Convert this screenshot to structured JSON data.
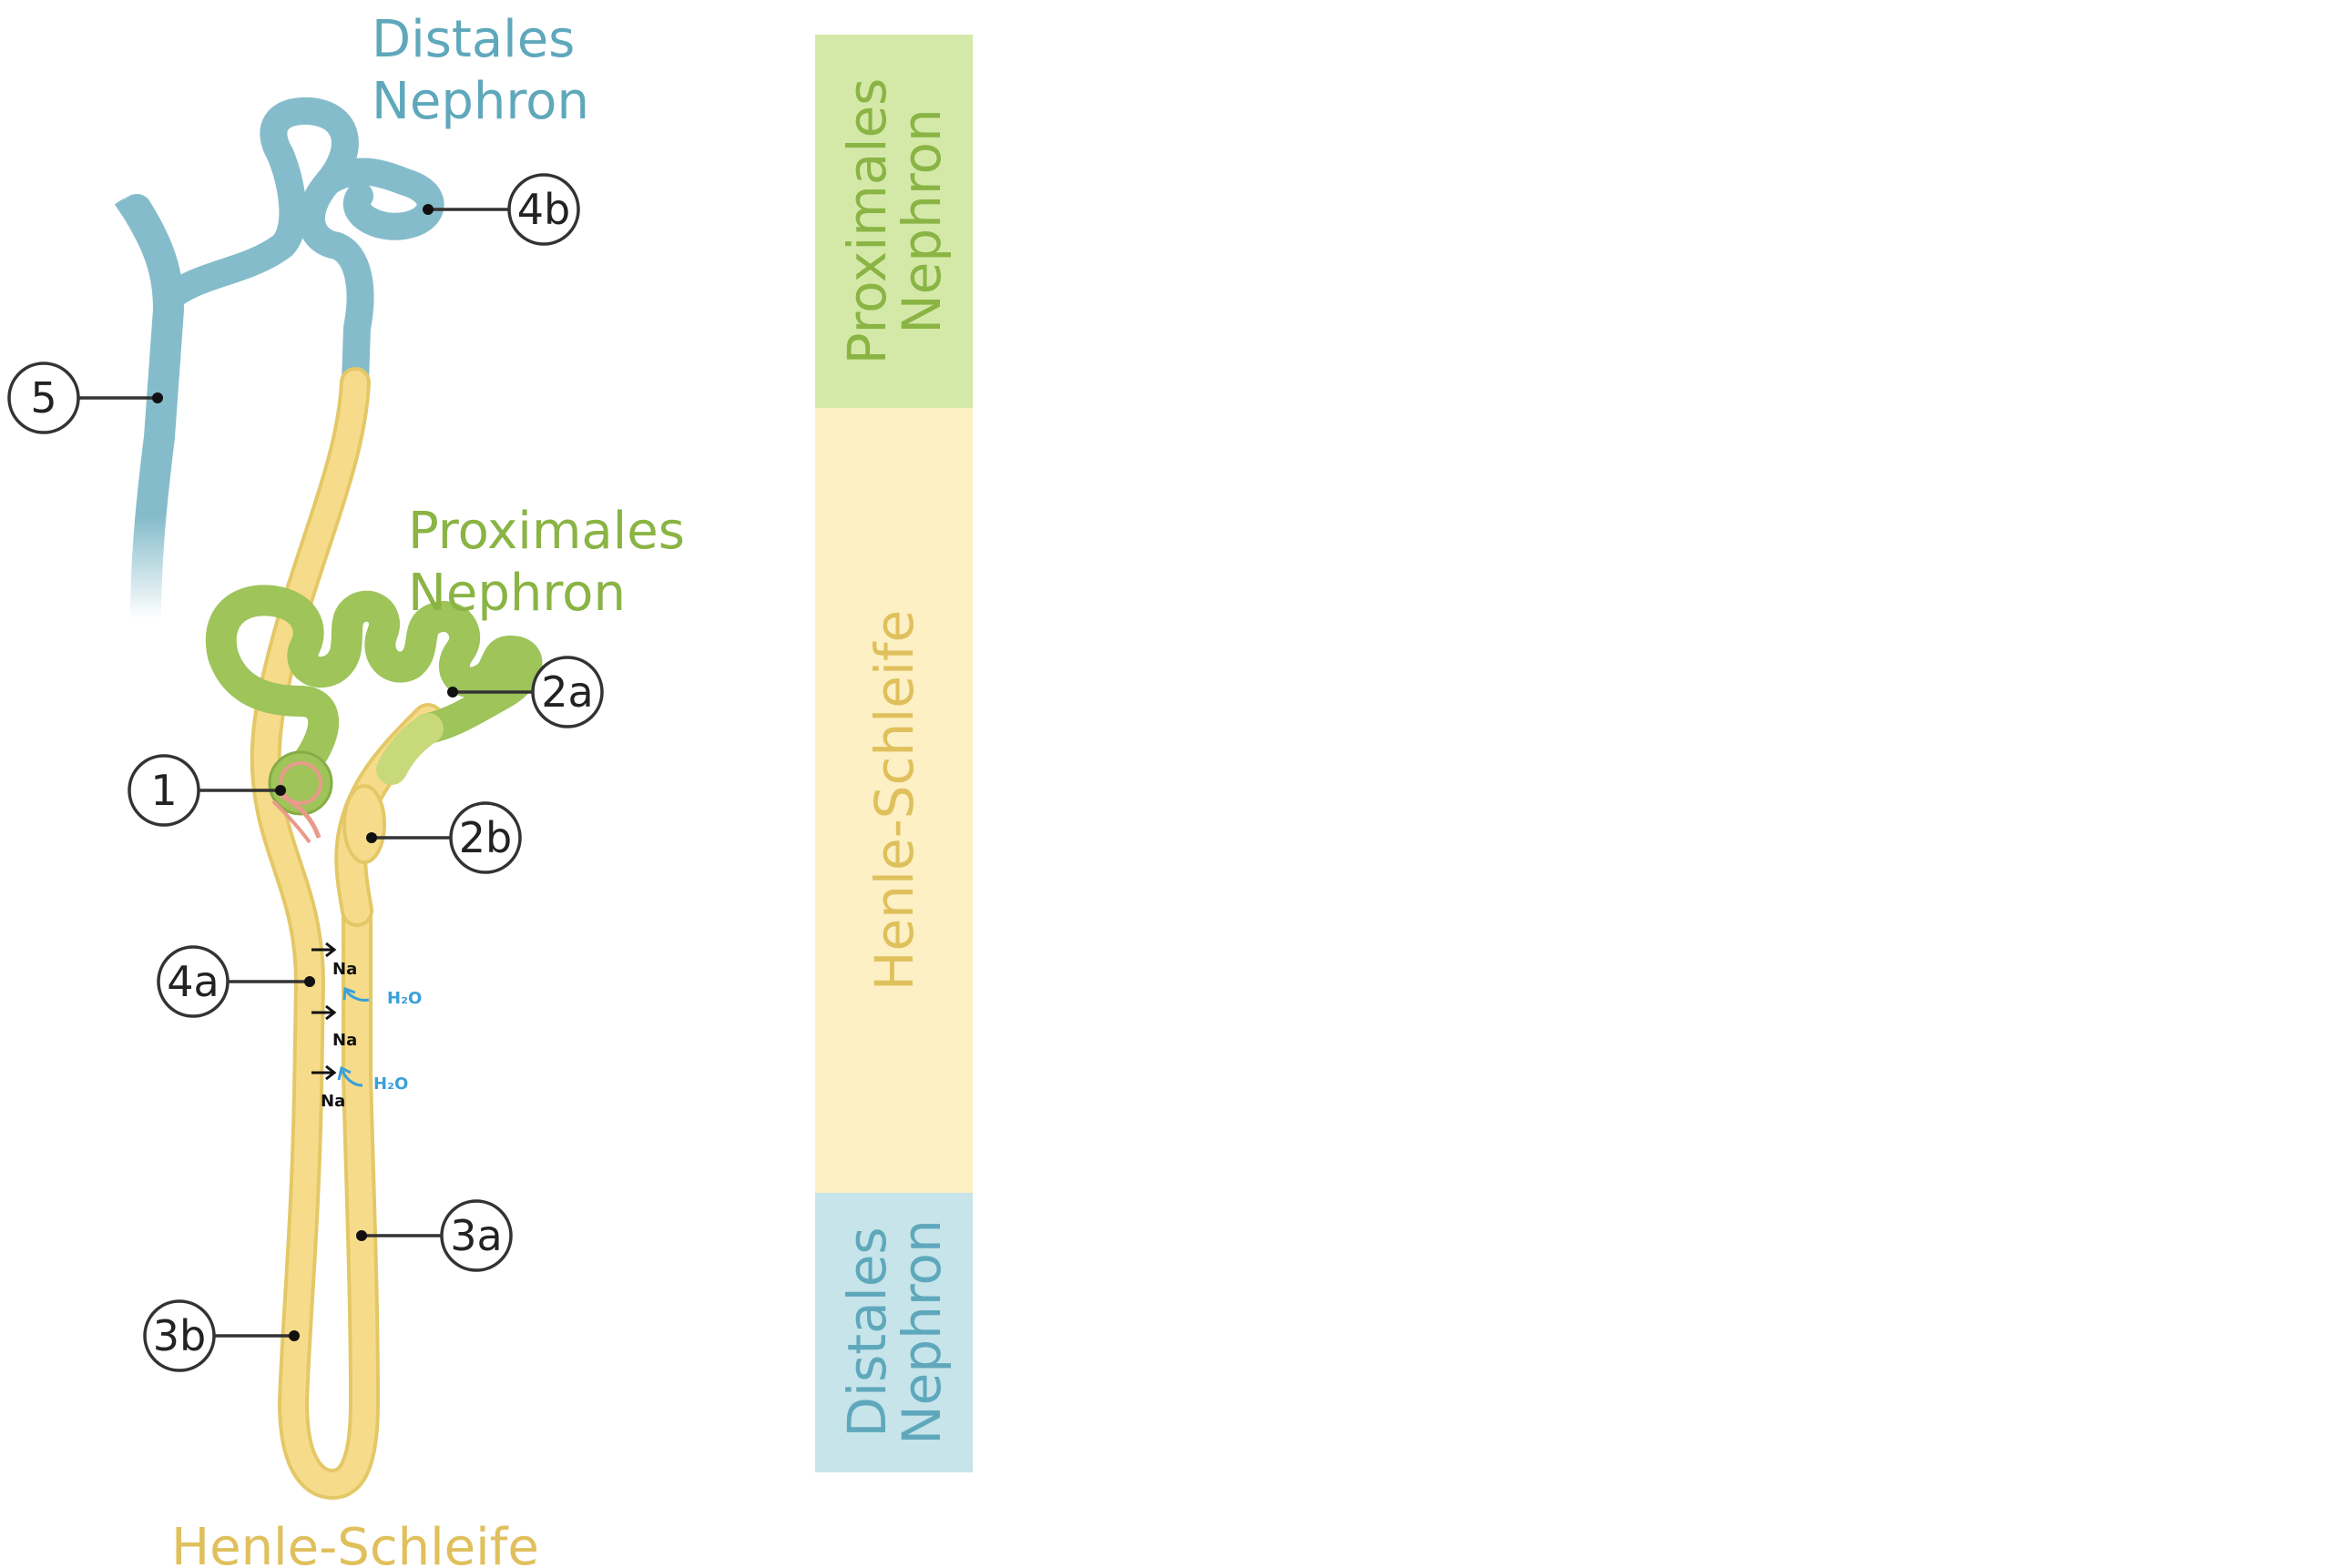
{
  "colors": {
    "distal": "#85BCCB",
    "distal_text": "#5FA8BC",
    "proximal": "#9EC45A",
    "proximal_text": "#8AB444",
    "henle": "#F6DC8A",
    "henle_text": "#E0C05C",
    "band_proximal": "#D4E9A8",
    "band_henle": "#FCF0C4",
    "band_distal": "#C6E4EA",
    "water": "#3AA0DC",
    "sodium": "#111111",
    "glomerulus": "#E99A8A"
  },
  "labels": {
    "distal_line1": "Distales",
    "distal_line2": "Nephron",
    "proximal_line1": "Proximales",
    "proximal_line2": "Nephron",
    "henle": "Henle-Schleife"
  },
  "callouts": [
    {
      "id": "1",
      "text": "1"
    },
    {
      "id": "2a",
      "text": "2a"
    },
    {
      "id": "2b",
      "text": "2b"
    },
    {
      "id": "3a",
      "text": "3a"
    },
    {
      "id": "3b",
      "text": "3b"
    },
    {
      "id": "4a",
      "text": "4a"
    },
    {
      "id": "4b",
      "text": "4b"
    },
    {
      "id": "5",
      "text": "5"
    }
  ],
  "flow": {
    "sodium": "Na",
    "water": "H₂O"
  },
  "bands": [
    {
      "line1": "Proximales",
      "line2": "Nephron"
    },
    {
      "line1": "Henle-Schleife",
      "line2": ""
    },
    {
      "line1": "Distales",
      "line2": "Nephron"
    }
  ]
}
